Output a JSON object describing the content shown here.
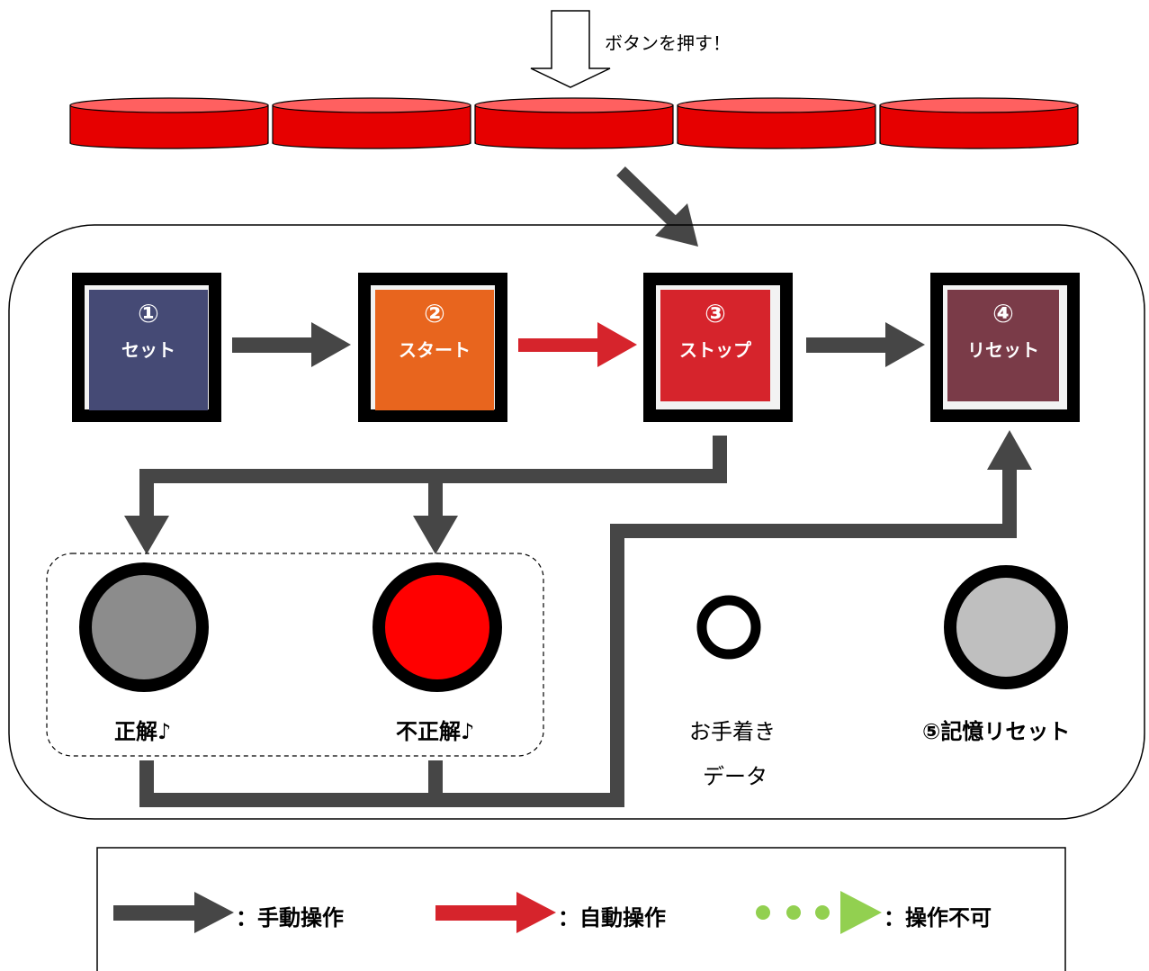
{
  "top_instruction": "ボタンを押す！",
  "buzzers": {
    "count": 5,
    "color": "#e60000"
  },
  "buttons": [
    {
      "number": "①",
      "label": "セット",
      "color": "#454a75"
    },
    {
      "number": "②",
      "label": "スタート",
      "color": "#e8651e"
    },
    {
      "number": "③",
      "label": "ストップ",
      "color": "#d6242c"
    },
    {
      "number": "④",
      "label": "リセット",
      "color": "#7a3b48"
    }
  ],
  "lamps": [
    {
      "label": "正解♪",
      "fill": "#8c8c8c"
    },
    {
      "label": "不正解♪",
      "fill": "#ff0000"
    }
  ],
  "indicator": {
    "line1": "お手着き",
    "line2": "データ"
  },
  "memory_reset": {
    "label": "⑤記憶リセット",
    "fill": "#bfbfbf"
  },
  "legend": [
    {
      "label": "：手動操作",
      "color": "#464646"
    },
    {
      "label": "：自動操作",
      "color": "#d6242c"
    },
    {
      "label": "：操作不可",
      "color": "#92d050"
    }
  ]
}
